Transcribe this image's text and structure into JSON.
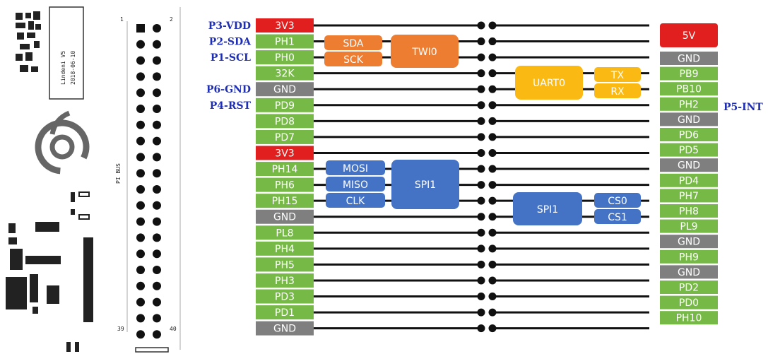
{
  "colors": {
    "power": "#e11f1f",
    "gpio": "#76b947",
    "gnd": "#7f7f7f",
    "twi": "#ed7d31",
    "uart": "#fbb913",
    "spi": "#4472c4",
    "annotation": "#1f2fb5"
  },
  "board": {
    "label_line1": "Lindeni V5",
    "label_line2": "2018-06-10",
    "bus_label": "PI BUS",
    "pin_1": "1",
    "pin_2": "2",
    "pin_39": "39",
    "pin_40": "40"
  },
  "left_pins": [
    {
      "label": "3V3",
      "kind": "power"
    },
    {
      "label": "PH1",
      "kind": "gpio"
    },
    {
      "label": "PH0",
      "kind": "gpio"
    },
    {
      "label": "32K",
      "kind": "gpio"
    },
    {
      "label": "GND",
      "kind": "gnd"
    },
    {
      "label": "PD9",
      "kind": "gpio"
    },
    {
      "label": "PD8",
      "kind": "gpio"
    },
    {
      "label": "PD7",
      "kind": "gpio"
    },
    {
      "label": "3V3",
      "kind": "power"
    },
    {
      "label": "PH14",
      "kind": "gpio"
    },
    {
      "label": "PH6",
      "kind": "gpio"
    },
    {
      "label": "PH15",
      "kind": "gpio"
    },
    {
      "label": "GND",
      "kind": "gnd"
    },
    {
      "label": "PL8",
      "kind": "gpio"
    },
    {
      "label": "PH4",
      "kind": "gpio"
    },
    {
      "label": "PH5",
      "kind": "gpio"
    },
    {
      "label": "PH3",
      "kind": "gpio"
    },
    {
      "label": "PD3",
      "kind": "gpio"
    },
    {
      "label": "PD1",
      "kind": "gpio"
    },
    {
      "label": "GND",
      "kind": "gnd"
    }
  ],
  "right_pins": [
    {
      "label": "5V",
      "kind": "power"
    },
    {
      "label": "GND",
      "kind": "gnd"
    },
    {
      "label": "PB9",
      "kind": "gpio"
    },
    {
      "label": "PB10",
      "kind": "gpio"
    },
    {
      "label": "PH2",
      "kind": "gpio"
    },
    {
      "label": "GND",
      "kind": "gnd"
    },
    {
      "label": "PD6",
      "kind": "gpio"
    },
    {
      "label": "PD5",
      "kind": "gpio"
    },
    {
      "label": "GND",
      "kind": "gnd"
    },
    {
      "label": "PD4",
      "kind": "gpio"
    },
    {
      "label": "PH7",
      "kind": "gpio"
    },
    {
      "label": "PH8",
      "kind": "gpio"
    },
    {
      "label": "PL9",
      "kind": "gpio"
    },
    {
      "label": "GND",
      "kind": "gnd"
    },
    {
      "label": "PH9",
      "kind": "gpio"
    },
    {
      "label": "GND",
      "kind": "gnd"
    },
    {
      "label": "PD2",
      "kind": "gpio"
    },
    {
      "label": "PD0",
      "kind": "gpio"
    },
    {
      "label": "PH10",
      "kind": "gpio"
    }
  ],
  "left_annotations": [
    {
      "text": "P3-VDD",
      "row": 0
    },
    {
      "text": "P2-SDA",
      "row": 1
    },
    {
      "text": "P1-SCL",
      "row": 2
    },
    {
      "text": "P6-GND",
      "row": 4
    },
    {
      "text": "P4-RST",
      "row": 5
    }
  ],
  "right_annotations": [
    {
      "text": "P5-INT",
      "row": 4
    }
  ],
  "functions": {
    "sda": "SDA",
    "sck": "SCK",
    "twi0": "TWI0",
    "uart0": "UART0",
    "tx": "TX",
    "rx": "RX",
    "mosi": "MOSI",
    "miso": "MISO",
    "clk": "CLK",
    "spi1_left": "SPI1",
    "spi1_right": "SPI1",
    "cs0": "CS0",
    "cs1": "CS1"
  }
}
